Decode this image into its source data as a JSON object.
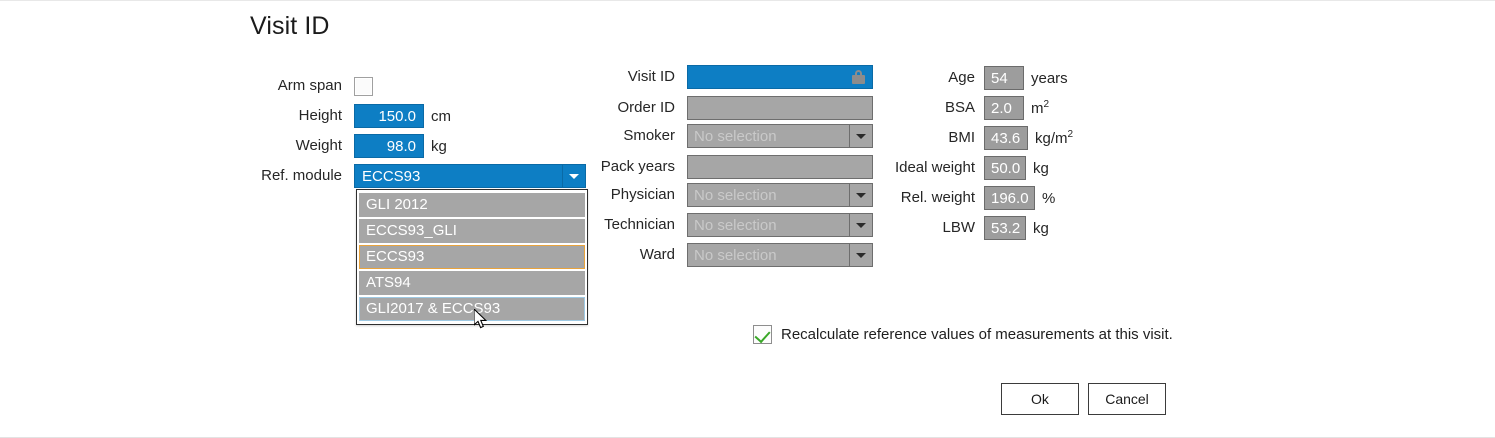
{
  "dialog": {
    "title": "Visit ID"
  },
  "left": {
    "rows": [
      {
        "label": "Arm span",
        "type": "checkbox",
        "checked": false,
        "unit": ""
      },
      {
        "label": "Height",
        "type": "blue",
        "value": "150.0",
        "unit": "cm"
      },
      {
        "label": "Weight",
        "type": "blue",
        "value": "98.0",
        "unit": "kg"
      },
      {
        "label": "Ref. module",
        "type": "combo-blue",
        "value": "ECCS93",
        "unit": ""
      }
    ]
  },
  "dropdown": {
    "open": true,
    "items": [
      {
        "label": "GLI 2012",
        "state": "normal"
      },
      {
        "label": "ECCS93_GLI",
        "state": "normal"
      },
      {
        "label": "ECCS93",
        "state": "selected"
      },
      {
        "label": "ATS94",
        "state": "normal"
      },
      {
        "label": "GLI2017 & ECCS93",
        "state": "hover"
      }
    ],
    "selected_border_color": "#e8a33d",
    "hover_border_color": "#9ec9e3"
  },
  "middle": {
    "rows": [
      {
        "label": "Visit ID",
        "type": "blue",
        "value": "",
        "icon": "lock-icon"
      },
      {
        "label": "Order ID",
        "type": "grey",
        "value": ""
      },
      {
        "label": "Smoker",
        "type": "combo-grey",
        "placeholder": "No selection"
      },
      {
        "label": "Pack years",
        "type": "grey",
        "value": ""
      },
      {
        "label": "Physician",
        "type": "combo-grey",
        "placeholder": "No selection"
      },
      {
        "label": "Technician",
        "type": "combo-grey",
        "placeholder": "No selection"
      },
      {
        "label": "Ward",
        "type": "combo-grey",
        "placeholder": "No selection"
      }
    ]
  },
  "right": {
    "rows": [
      {
        "label": "Age",
        "value": "54",
        "unit": "years",
        "unit_sup": ""
      },
      {
        "label": "BSA",
        "value": "2.0",
        "unit": "m",
        "unit_sup": "2"
      },
      {
        "label": "BMI",
        "value": "43.6",
        "unit": "kg/m",
        "unit_sup": "2"
      },
      {
        "label": "Ideal weight",
        "value": "50.0",
        "unit": "kg",
        "unit_sup": ""
      },
      {
        "label": "Rel. weight",
        "value": "196.0",
        "unit": "%",
        "unit_sup": ""
      },
      {
        "label": "LBW",
        "value": "53.2",
        "unit": "kg",
        "unit_sup": ""
      }
    ]
  },
  "recalculate": {
    "checked": true,
    "label": "Recalculate reference values of measurements at this visit."
  },
  "buttons": {
    "ok": "Ok",
    "cancel": "Cancel"
  },
  "colors": {
    "accent_blue": "#0d7ec4",
    "field_grey": "#a6a6a6",
    "readonly_grey": "#9d9d9d",
    "check_green": "#3aa828",
    "page_background": "#ffffff"
  }
}
